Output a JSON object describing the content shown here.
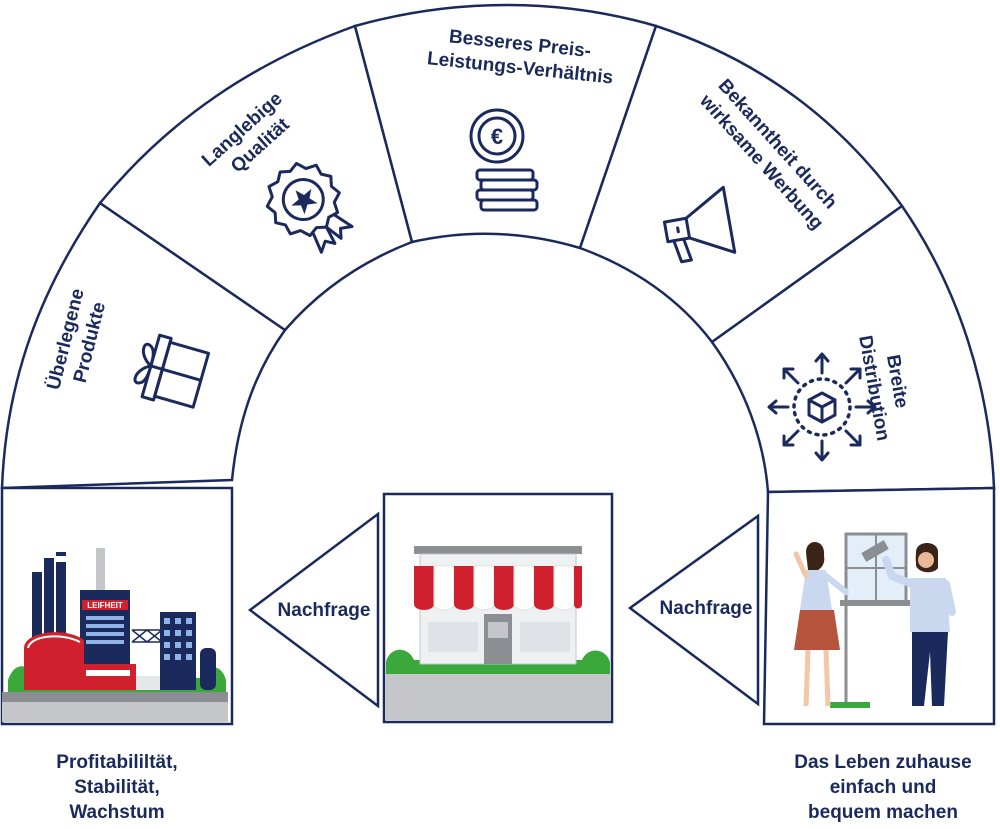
{
  "arc_segments": [
    {
      "id": "superior-products",
      "lines": [
        "Überlegene",
        "Produkte"
      ],
      "icon": "gift-icon"
    },
    {
      "id": "durable-quality",
      "lines": [
        "Langlebige",
        "Qualität"
      ],
      "icon": "quality-badge-icon"
    },
    {
      "id": "better-value",
      "lines": [
        "Besseres Preis-",
        "Leistungs-Verhältnis"
      ],
      "icon": "euro-coins-icon"
    },
    {
      "id": "awareness",
      "lines": [
        "Bekanntheit durch",
        "wirksame Werbung"
      ],
      "icon": "megaphone-icon"
    },
    {
      "id": "distribution",
      "lines": [
        "Breite",
        "Distribution"
      ],
      "icon": "distribution-icon"
    }
  ],
  "flow": {
    "arrow_left_label": "Nachfrage",
    "arrow_right_label": "Nachfrage",
    "factory_sign": "LEIFHEIT"
  },
  "captions": {
    "left": [
      "Profitabililtät,",
      "Stabilität,",
      "Wachstum"
    ],
    "right": [
      "Das Leben zuhause",
      "einfach und",
      "bequem machen"
    ]
  },
  "colors": {
    "navy": "#1b2a5c",
    "red": "#d0202e",
    "green": "#3aa83a",
    "gray": "#c4c6c9"
  }
}
